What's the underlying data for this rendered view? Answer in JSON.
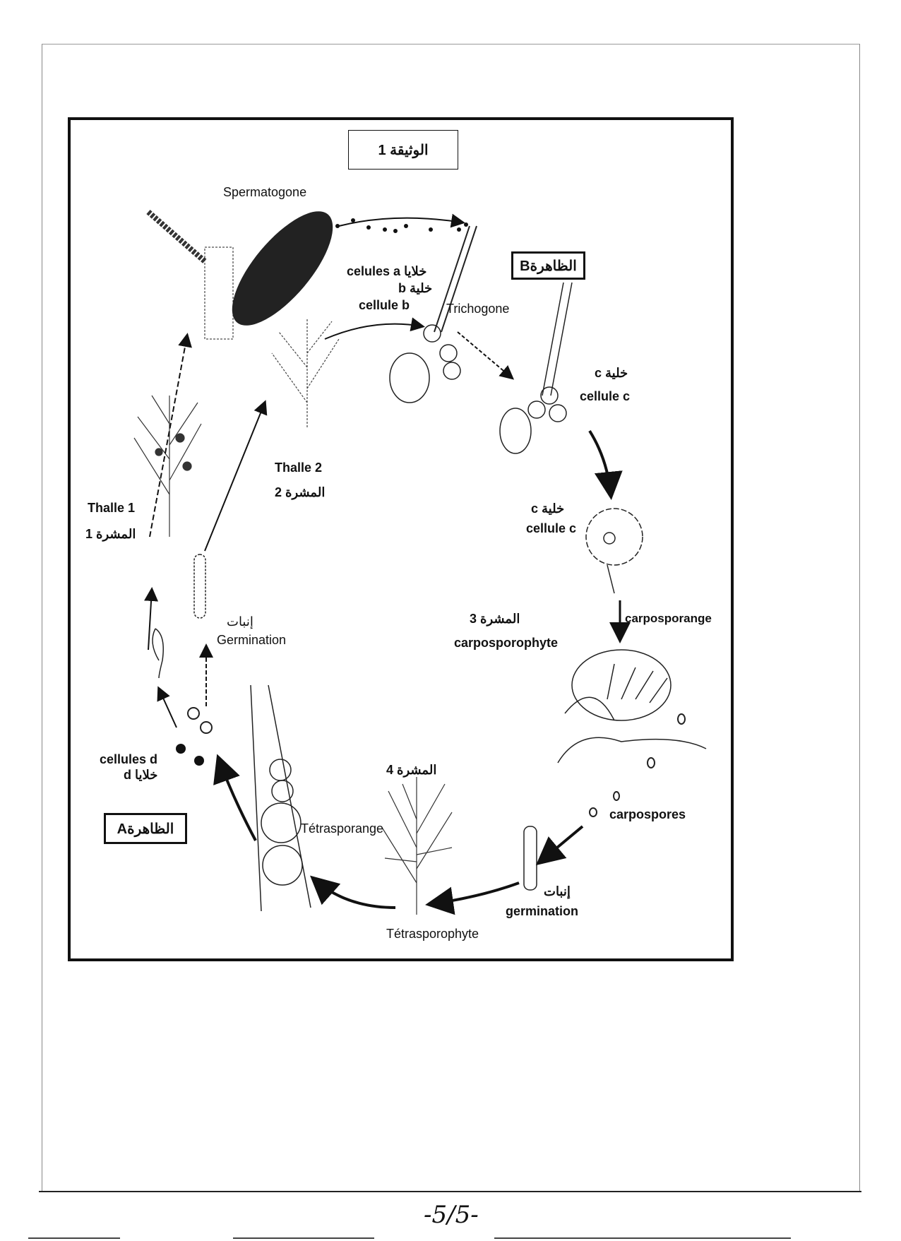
{
  "document": {
    "title_box": "الوثيقة 1",
    "phenomenon_b": "الظاهرةB",
    "phenomenon_a": "الظاهرةA",
    "footer_page": "-5/5-"
  },
  "labels": {
    "spermatogone": "Spermatogone",
    "celules_a": "celules a خلايا",
    "cellule_b_ar": "خلية b",
    "cellule_b": "cellule b",
    "trichogone": "Trichogone",
    "cellule_c_ar_1": "خلية c",
    "cellule_c_1": "cellule c",
    "cellule_c_ar_2": "c خلية",
    "cellule_c_2": "cellule c",
    "carposporange": "carposporange",
    "thalle3_ar": "المشرة 3",
    "carposporophyte": "carposporophyte",
    "thalle2": "Thalle 2",
    "thalle2_ar": "المشرة 2",
    "thalle1": "Thalle 1",
    "thalle1_ar": "المشرة 1",
    "germination1_ar": "إنبات",
    "germination1": "Germination",
    "cellules_d": "cellules d",
    "cellules_d_ar": "خلايا d",
    "thalle4_ar": "المشرة 4",
    "tetrasporange": "Tétrasporange",
    "carpospores": "carpospores",
    "germination2_ar": "إنبات",
    "germination2": "germination",
    "tetrasporophyte": "Tétrasporophyte"
  }
}
